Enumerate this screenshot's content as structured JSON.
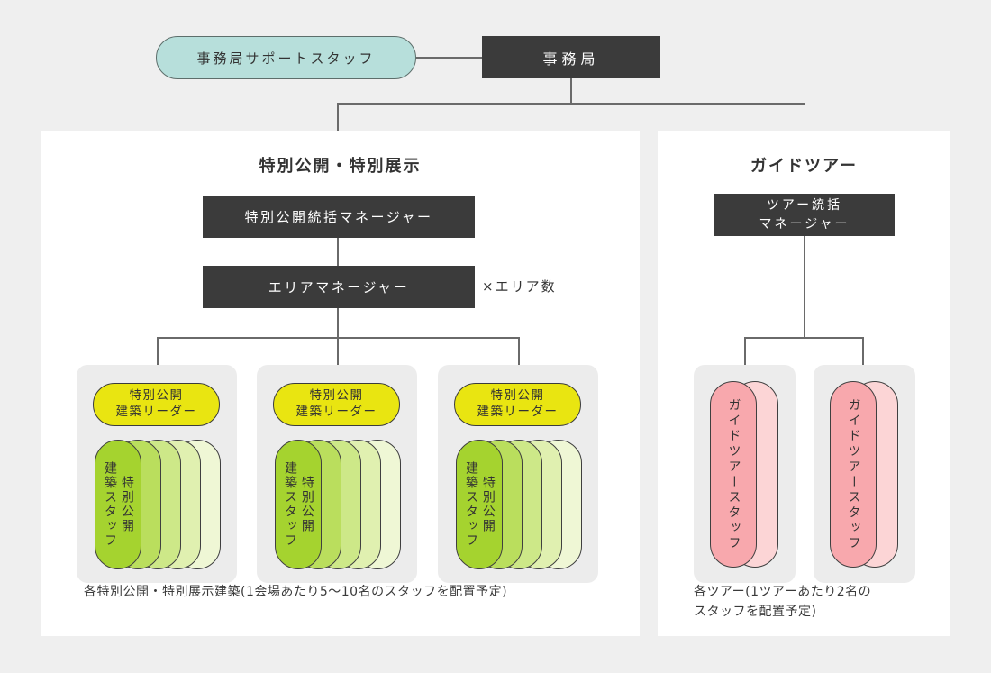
{
  "top": {
    "support_pill": "事務局サポートスタッフ",
    "office_box": "事務局"
  },
  "left_section": {
    "title": "特別公開・特別展示",
    "manager_box": "特別公開統括マネージャー",
    "area_manager_box": "エリアマネージャー",
    "area_multiplier": "×エリア数",
    "groups": [
      {
        "leader_line1": "特別公開",
        "leader_line2": "建築リーダー",
        "staff_line1": "特別公開",
        "staff_line2": "建築スタッフ",
        "staff_pill_count": 5
      },
      {
        "leader_line1": "特別公開",
        "leader_line2": "建築リーダー",
        "staff_line1": "特別公開",
        "staff_line2": "建築スタッフ",
        "staff_pill_count": 5
      },
      {
        "leader_line1": "特別公開",
        "leader_line2": "建築リーダー",
        "staff_line1": "特別公開",
        "staff_line2": "建築スタッフ",
        "staff_pill_count": 5
      }
    ],
    "caption": "各特別公開・特別展示建築(1会場あたり5〜10名のスタッフを配置予定)"
  },
  "right_section": {
    "title": "ガイドツアー",
    "manager_line1": "ツアー統括",
    "manager_line2": "マネージャー",
    "groups": [
      {
        "staff": "ガイドツアースタッフ",
        "staff_pill_count": 2
      },
      {
        "staff": "ガイドツアースタッフ",
        "staff_pill_count": 2
      }
    ],
    "caption_line1": "各ツアー(1ツアーあたり2名の",
    "caption_line2": "スタッフを配置予定)"
  },
  "colors": {
    "background": "#efefef",
    "panel": "#ffffff",
    "node_dark": "#3b3b3b",
    "support_teal": "#b7dfdb",
    "leader_yellow": "#e9e511",
    "staff_greens": [
      "#a5d32f",
      "#bade5d",
      "#cde888",
      "#e0f0b0",
      "#eff7d5"
    ],
    "tour_pinks": [
      "#f8a8ad",
      "#fcd5d6"
    ],
    "connector": "#6a6a6a",
    "text": "#333333"
  }
}
